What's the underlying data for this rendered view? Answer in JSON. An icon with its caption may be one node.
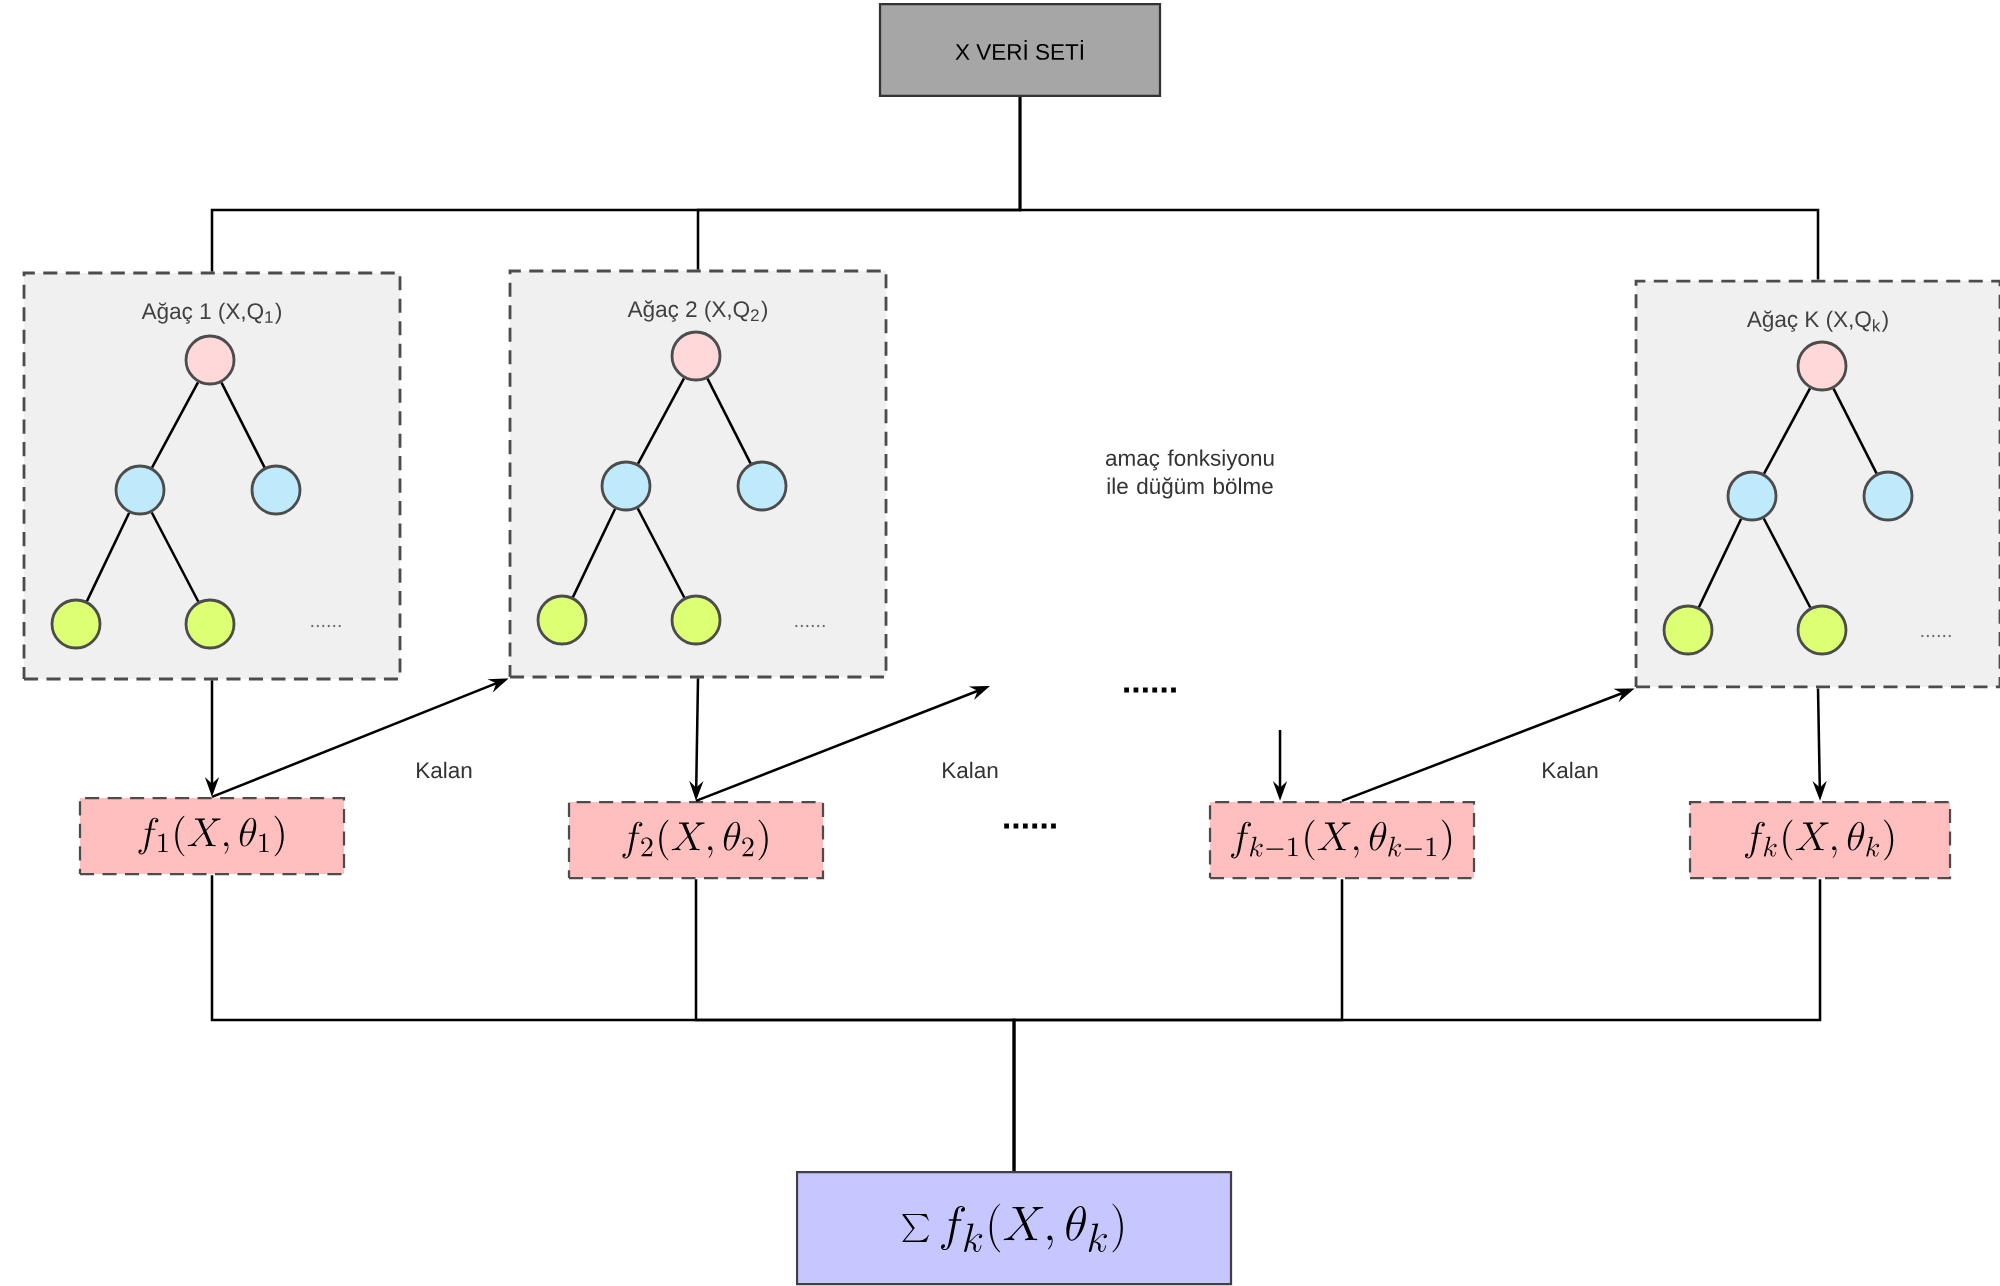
{
  "diagram": {
    "nodes": [
      {
        "text": [
          "X VERİ SETİ"
        ]
      },
      {
        "text": [
          "Ağaç 1 (X,Q$_{1}$)"
        ]
      },
      {
        "text": [],
        "shape": "circle",
        "in": 1
      },
      {
        "text": [],
        "shape": "circle",
        "in": 1
      },
      {
        "text": [],
        "shape": "circle",
        "in": 1
      },
      {
        "text": [],
        "shape": "circle",
        "in": 1
      },
      {
        "text": [],
        "shape": "circle",
        "in": 1
      },
      {
        "text": [
          "Ağaç 2 (X,Q$_{2}$)"
        ]
      },
      {
        "text": [],
        "shape": "circle",
        "in": 7
      },
      {
        "text": [],
        "shape": "circle",
        "in": 7
      },
      {
        "text": [],
        "shape": "circle",
        "in": 7
      },
      {
        "text": [],
        "shape": "circle",
        "in": 7
      },
      {
        "text": [],
        "shape": "circle",
        "in": 7
      },
      {
        "text": [
          "Ağaç K (X,Q$_{k}$)"
        ]
      },
      {
        "text": [],
        "shape": "circle",
        "in": 13
      },
      {
        "text": [],
        "shape": "circle",
        "in": 13
      },
      {
        "text": [],
        "shape": "circle",
        "in": 13
      },
      {
        "text": [],
        "shape": "circle",
        "in": 13
      },
      {
        "text": [],
        "shape": "circle",
        "in": 13
      },
      {
        "text": [
          "f_{1}(X,\\theta_{1})"
        ]
      },
      {
        "text": [
          "f_{2}(X,\\theta_{2})"
        ]
      },
      {
        "text": [
          "f_{k-1}(X,\\theta_{k-1})"
        ]
      },
      {
        "text": [
          "f_{k}(X,\\theta_{k})"
        ]
      },
      {
        "text": [
          "\\sum f_{k}(X,\\theta_{k})"
        ]
      }
    ],
    "edges": [
      {
        "from": 0,
        "to": 1,
        "arrow": "none"
      },
      {
        "from": 0,
        "to": 7,
        "arrow": "none"
      },
      {
        "from": 0,
        "to": 13,
        "arrow": "none"
      },
      {
        "from": 2,
        "to": 3,
        "arrow": "none"
      },
      {
        "from": 2,
        "to": 4,
        "arrow": "none"
      },
      {
        "from": 3,
        "to": 5,
        "arrow": "none"
      },
      {
        "from": 3,
        "to": 6,
        "arrow": "none"
      },
      {
        "from": 8,
        "to": 9,
        "arrow": "none"
      },
      {
        "from": 8,
        "to": 10,
        "arrow": "none"
      },
      {
        "from": 9,
        "to": 11,
        "arrow": "none"
      },
      {
        "from": 9,
        "to": 12,
        "arrow": "none"
      },
      {
        "from": 14,
        "to": 15,
        "arrow": "none"
      },
      {
        "from": 14,
        "to": 16,
        "arrow": "none"
      },
      {
        "from": 15,
        "to": 17,
        "arrow": "none"
      },
      {
        "from": 15,
        "to": 18,
        "arrow": "none"
      },
      {
        "from": 1,
        "to": 19,
        "arrow": "to"
      },
      {
        "from": 7,
        "to": 20,
        "arrow": "to"
      },
      {
        "from": 13,
        "to": 22,
        "arrow": "to"
      },
      {
        "from": 19,
        "to": 7,
        "arrow": "to",
        "label": "Kalan"
      },
      {
        "from": 20,
        "to": null,
        "arrow": "to",
        "label": "Kalan"
      },
      {
        "from": null,
        "to": 21,
        "arrow": "to"
      },
      {
        "from": 21,
        "to": 13,
        "arrow": "to",
        "label": "Kalan"
      },
      {
        "from": 19,
        "to": 23,
        "arrow": "none"
      },
      {
        "from": 20,
        "to": 23,
        "arrow": "none"
      },
      {
        "from": 21,
        "to": 23,
        "arrow": "none"
      },
      {
        "from": 22,
        "to": 23,
        "arrow": "none"
      }
    ],
    "labels": [
      "amaç fonksiyonu ile düğüm bölme",
      "......",
      "......",
      "......",
      "......",
      "......"
    ]
  }
}
